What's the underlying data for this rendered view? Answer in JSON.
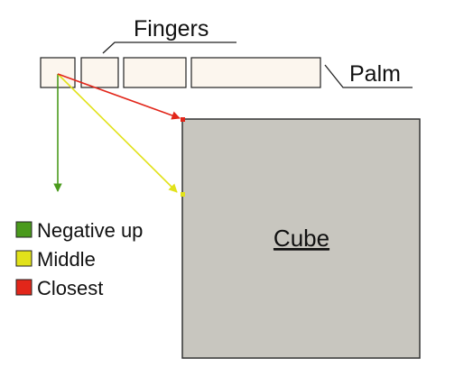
{
  "labels": {
    "fingers": "Fingers",
    "palm": "Palm",
    "cube": "Cube"
  },
  "legend": [
    {
      "label": "Negative up",
      "color": "#4a9a1c"
    },
    {
      "label": "Middle",
      "color": "#e2e21a"
    },
    {
      "label": "Closest",
      "color": "#e2261a"
    }
  ],
  "colors": {
    "segment_fill": "#fcf6ee",
    "cube_fill": "#c8c6bf",
    "outline": "#222222",
    "negative_up_arrow": "#4a9a1c",
    "middle_arrow": "#e2e21a",
    "closest_arrow": "#e2261a"
  }
}
